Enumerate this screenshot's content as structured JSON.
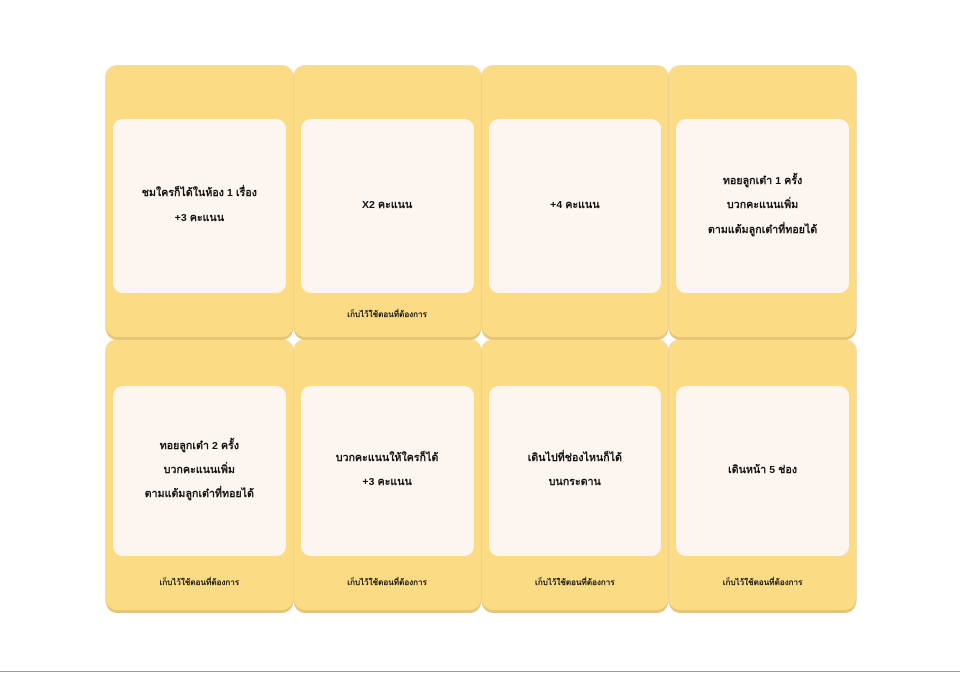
{
  "page": {
    "background_color": "#ffffff",
    "card_color": "#fbdb84",
    "card_shadow_color": "#e7c578",
    "card_inner_color": "#fdf5ef",
    "text_color": "#121212",
    "rule_color": "#9a9a9a"
  },
  "cards": [
    {
      "id": "card-1",
      "row": 1,
      "column": 1,
      "lines": [
        "ชมใครก็ได้ในห้อง 1 เรื่อง",
        "+3 คะแนน"
      ],
      "footer": ""
    },
    {
      "id": "card-2",
      "row": 1,
      "column": 2,
      "lines": [
        "X2 คะแนน"
      ],
      "footer": "เก็บไว้ใช้ตอนที่ต้องการ"
    },
    {
      "id": "card-3",
      "row": 1,
      "column": 3,
      "lines": [
        "+4 คะแนน"
      ],
      "footer": ""
    },
    {
      "id": "card-4",
      "row": 1,
      "column": 4,
      "lines": [
        "ทอยลูกเต๋า 1 ครั้ง",
        "บวกคะแนนเพิ่ม",
        "ตามแต้มลูกเต๋าที่ทอยได้"
      ],
      "footer": ""
    },
    {
      "id": "card-5",
      "row": 2,
      "column": 1,
      "lines": [
        "ทอยลูกเต๋า 2 ครั้ง",
        "บวกคะแนนเพิ่ม",
        "ตามแต้มลูกเต๋าที่ทอยได้"
      ],
      "footer": "เก็บไว้ใช้ตอนที่ต้องการ"
    },
    {
      "id": "card-6",
      "row": 2,
      "column": 2,
      "lines": [
        "บวกคะแนนให้ใครก็ได้",
        "+3 คะแนน"
      ],
      "footer": "เก็บไว้ใช้ตอนที่ต้องการ"
    },
    {
      "id": "card-7",
      "row": 2,
      "column": 3,
      "lines": [
        "เดินไปที่ช่องไหนก็ได้",
        "บนกระดาน"
      ],
      "footer": "เก็บไว้ใช้ตอนที่ต้องการ"
    },
    {
      "id": "card-8",
      "row": 2,
      "column": 4,
      "lines": [
        "เดินหน้า 5 ช่อง"
      ],
      "footer": "เก็บไว้ใช้ตอนที่ต้องการ"
    }
  ]
}
